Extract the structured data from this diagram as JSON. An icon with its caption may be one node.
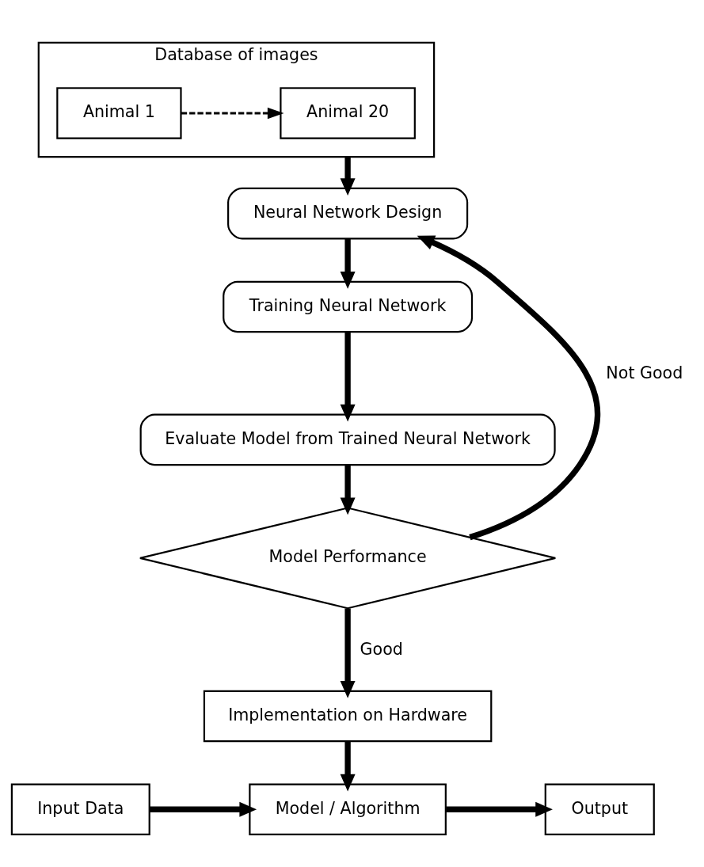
{
  "diagram": {
    "nodes": [
      {
        "text": [
          "Database of images"
        ]
      },
      {
        "text": [
          "Animal 1"
        ],
        "in": 0
      },
      {
        "text": [
          "Animal 20"
        ],
        "in": 0
      },
      {
        "text": [
          "Neural Network Design"
        ]
      },
      {
        "text": [
          "Training Neural Network"
        ]
      },
      {
        "text": [
          "Evaluate Model from Trained Neural Network"
        ]
      },
      {
        "text": [
          "Model Performance"
        ]
      },
      {
        "text": [
          "Implementation on Hardware"
        ]
      },
      {
        "text": [
          "Input Data"
        ]
      },
      {
        "text": [
          "Model / Algorithm"
        ]
      },
      {
        "text": [
          "Output"
        ]
      }
    ],
    "edges": [
      {
        "from": 1,
        "to": 2,
        "arrow": "to",
        "style": "dashed"
      },
      {
        "from": 0,
        "to": 3,
        "arrow": "to"
      },
      {
        "from": 3,
        "to": 4,
        "arrow": "to"
      },
      {
        "from": 4,
        "to": 5,
        "arrow": "to"
      },
      {
        "from": 5,
        "to": 6,
        "arrow": "to"
      },
      {
        "from": 6,
        "to": 3,
        "arrow": "to",
        "label": "Not Good"
      },
      {
        "from": 6,
        "to": 7,
        "arrow": "to",
        "label": "Good"
      },
      {
        "from": 7,
        "to": 9,
        "arrow": "to"
      },
      {
        "from": 8,
        "to": 9,
        "arrow": "to"
      },
      {
        "from": 9,
        "to": 10,
        "arrow": "to"
      }
    ]
  }
}
